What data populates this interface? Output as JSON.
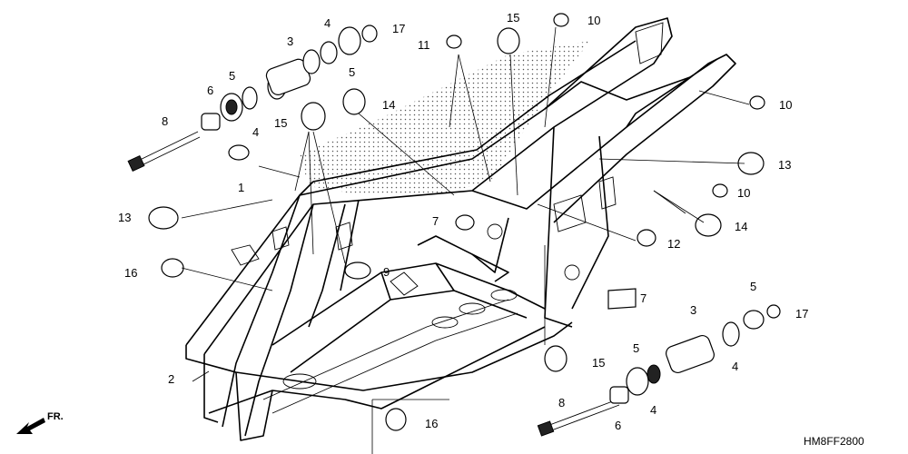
{
  "diagram_code": "HM8FF2800",
  "direction_label": "FR.",
  "callout_numbers": {
    "n1": "1",
    "n2": "2",
    "n3": "3",
    "n4": "4",
    "n5": "5",
    "n6": "6",
    "n7": "7",
    "n8": "8",
    "n9": "9",
    "n10": "10",
    "n11": "11",
    "n12": "12",
    "n13": "13",
    "n14": "14",
    "n15": "15",
    "n16": "16",
    "n17": "17"
  }
}
